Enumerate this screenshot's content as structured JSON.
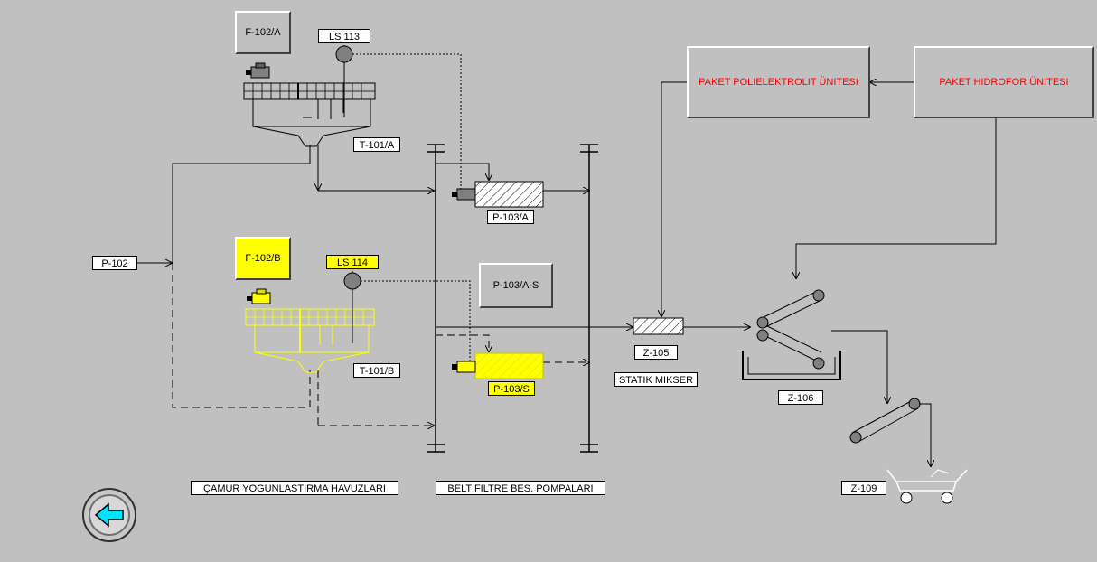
{
  "labels": {
    "f102a": "F-102/A",
    "ls113": "LS 113",
    "t101a": "T-101/A",
    "p103a": "P-103/A",
    "p102": "P-102",
    "f102b": "F-102/B",
    "ls114": "LS 114",
    "p103as": "P-103/A-S",
    "t101b": "T-101/B",
    "p103s": "P-103/S",
    "z105": "Z-105",
    "statik_mikser": "STATIK MIKSER",
    "z106": "Z-106",
    "z109": "Z-109",
    "paket_poli": "PAKET POLIELEKTROLIT ÜNITESI",
    "paket_hidro": "PAKET HIDROFOR ÜNITESI",
    "camur": "ÇAMUR YOGUNLASTIRMA HAVUZLARI",
    "belt": "BELT FILTRE BES. POMPALARI"
  },
  "colors": {
    "background": "#c0c0c0",
    "active_yellow": "#ffff00",
    "alarm_red": "#ff0000",
    "back_arrow": "#00e5ff"
  },
  "icons": {
    "back": "arrow-left-icon",
    "motor": "motor-icon",
    "level_switch": "level-switch-icon"
  }
}
